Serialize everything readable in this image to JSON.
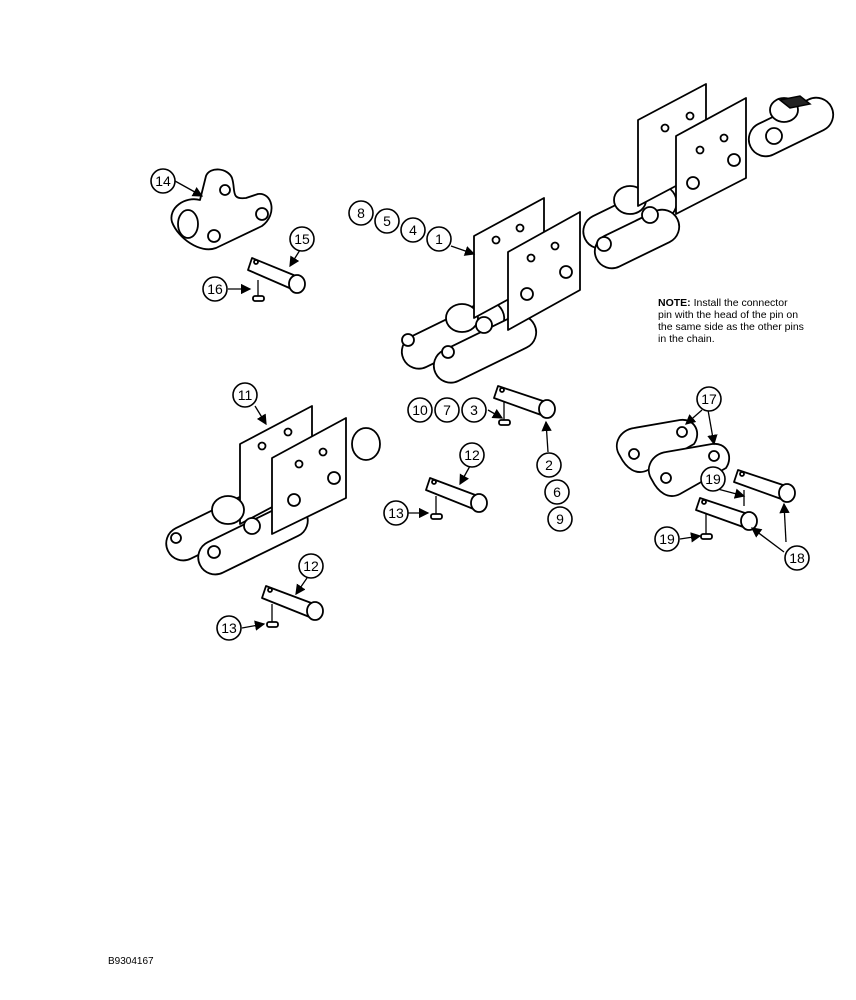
{
  "figure_id": "B9304167",
  "note": {
    "label": "NOTE:",
    "text_lines": [
      "Install the connector",
      "pin with the head of the pin on",
      "the same side as the other pins",
      "in the chain."
    ]
  },
  "callouts": {
    "c1": "1",
    "c2": "2",
    "c3": "3",
    "c4": "4",
    "c5": "5",
    "c6": "6",
    "c7": "7",
    "c8": "8",
    "c9": "9",
    "c10": "10",
    "c11": "11",
    "c12a": "12",
    "c12b": "12",
    "c13a": "13",
    "c13b": "13",
    "c14": "14",
    "c15": "15",
    "c16": "16",
    "c17": "17",
    "c18": "18",
    "c19a": "19",
    "c19b": "19"
  }
}
